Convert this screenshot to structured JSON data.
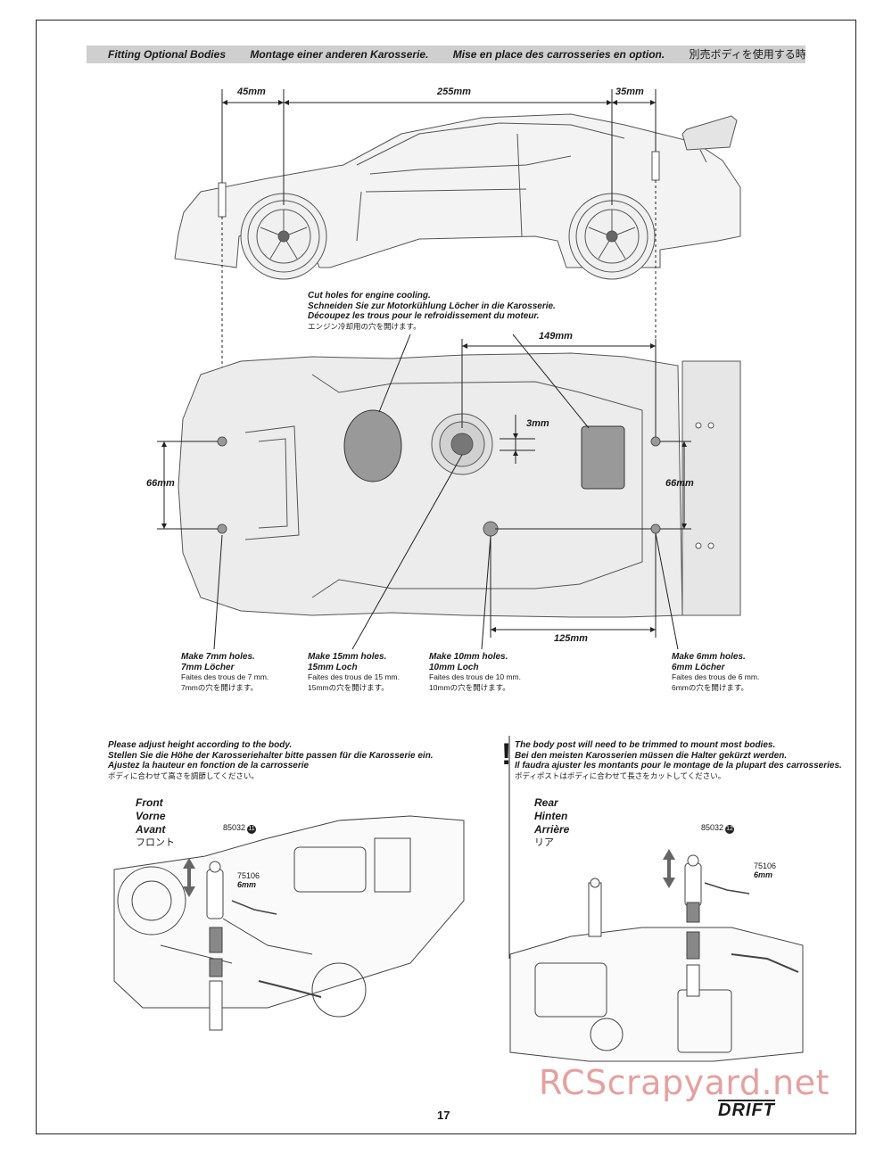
{
  "header": {
    "title_en": "Fitting Optional Bodies",
    "title_de": "Montage einer anderen Karosserie.",
    "title_fr": "Mise en place des carrosseries en option.",
    "title_jp": "別売ボディを使用する時"
  },
  "dimensions": {
    "front_offset": "45mm",
    "wheelbase": "255mm",
    "rear_offset": "35mm",
    "hole_to_post": "149mm",
    "center_offset": "3mm",
    "front_width": "66mm",
    "rear_width": "66mm",
    "hole_spacing": "125mm"
  },
  "cooling_note": {
    "en": "Cut holes for engine cooling.",
    "de": "Schneiden Sie zur Motorkühlung Löcher in die Karosserie.",
    "fr": "Découpez les trous pour le refroidissement du moteur.",
    "jp": "エンジン冷却用の穴を開けます。"
  },
  "holes": [
    {
      "en": "Make 7mm holes.",
      "de": "7mm Löcher",
      "fr": "Faites des trous de 7 mm.",
      "jp": "7mmの穴を開けます。"
    },
    {
      "en": "Make 15mm holes.",
      "de": "15mm Loch",
      "fr": "Faites des trous de 15 mm.",
      "jp": "15mmの穴を開けます。"
    },
    {
      "en": "Make 10mm holes.",
      "de": "10mm Loch",
      "fr": "Faites des trous de 10 mm.",
      "jp": "10mmの穴を開けます。"
    },
    {
      "en": "Make 6mm holes.",
      "de": "6mm Löcher",
      "fr": "Faites des trous de 6 mm.",
      "jp": "6mmの穴を開けます。"
    }
  ],
  "adjust_note": {
    "en": "Please adjust height according to the body.",
    "de": "Stellen Sie die Höhe der Karosseriehalter bitte passen für die Karosserie ein.",
    "fr": "Ajustez la hauteur en fonction de la carrosserie",
    "jp": "ボディに合わせて高さを調節してください。"
  },
  "trim_note": {
    "en": "The body post will need to be trimmed to mount most bodies.",
    "de": "Bei den meisten Karosserien müssen die Halter gekürzt werden.",
    "fr": "Il faudra ajuster les montants pour le montage de la plupart des carrosseries.",
    "jp": "ボディポストはボディに合わせて長さをカットしてください。"
  },
  "front": {
    "label_en": "Front",
    "label_de": "Vorne",
    "label_fr": "Avant",
    "label_jp": "フロント",
    "post_part": "85032",
    "post_num": "11",
    "clip_part": "75106",
    "clip_size": "6mm"
  },
  "rear": {
    "label_en": "Rear",
    "label_de": "Hinten",
    "label_fr": "Arrière",
    "label_jp": "リア",
    "post_part": "85032",
    "post_num": "12",
    "clip_part": "75106",
    "clip_size": "6mm"
  },
  "footer": {
    "page_number": "17",
    "logo": "DRIFT",
    "watermark": "RCScrapyard.net"
  }
}
